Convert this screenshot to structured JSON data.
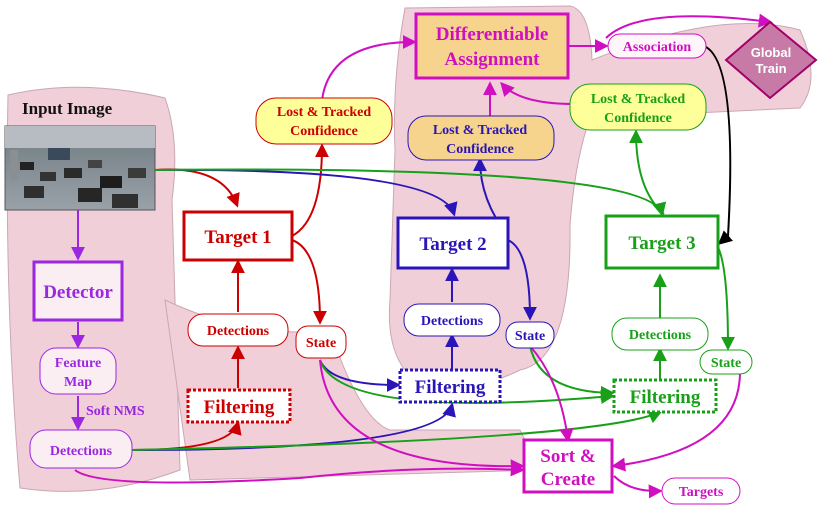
{
  "title": "Input Image",
  "nodes": {
    "differentiable_assignment": [
      "Differentiable",
      "Assignment"
    ],
    "association": "Association",
    "global_train": [
      "Global",
      "Train"
    ],
    "lost_tracked_conf_1": [
      "Lost & Tracked",
      "Confidence"
    ],
    "lost_tracked_conf_2": [
      "Lost & Tracked",
      "Confidence"
    ],
    "lost_tracked_conf_3": [
      "Lost & Tracked",
      "Confidence"
    ],
    "detector": "Detector",
    "feature_map": [
      "Feature",
      "Map"
    ],
    "soft_nms": "Soft NMS",
    "detections_input": "Detections",
    "target_1": "Target 1",
    "target_2": "Target 2",
    "target_3": "Target 3",
    "detections_1": "Detections",
    "detections_2": "Detections",
    "detections_3": "Detections",
    "filtering_1": "Filtering",
    "filtering_2": "Filtering",
    "filtering_3": "Filtering",
    "state_1": "State",
    "state_2": "State",
    "state_3": "State",
    "sort_create": [
      "Sort &",
      "Create"
    ],
    "targets": "Targets"
  },
  "colors": {
    "shade": "#f0cfd9",
    "purple": "#9b27e0",
    "magenta": "#d010c0",
    "red": "#cc0000",
    "blue": "#2a16b8",
    "green": "#18a018",
    "black": "#000000",
    "yellow_fill": "#ffff9a",
    "orange_fill": "#f6d48e"
  }
}
